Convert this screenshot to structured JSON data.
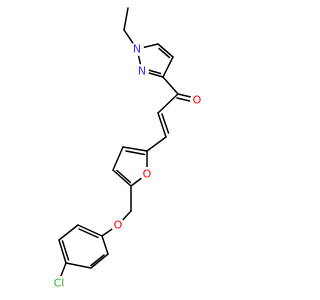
{
  "diagram": {
    "type": "chemical-structure",
    "colors": {
      "bond": "#000000",
      "carbon": "#000000",
      "nitrogen": "#3333ff",
      "oxygen": "#ff0000",
      "chlorine": "#2bb02b"
    },
    "atom_labels": {
      "n1": "N",
      "n2": "N",
      "o_carbonyl": "O",
      "o_furan": "O",
      "o_ether": "O",
      "cl": "Cl"
    }
  }
}
